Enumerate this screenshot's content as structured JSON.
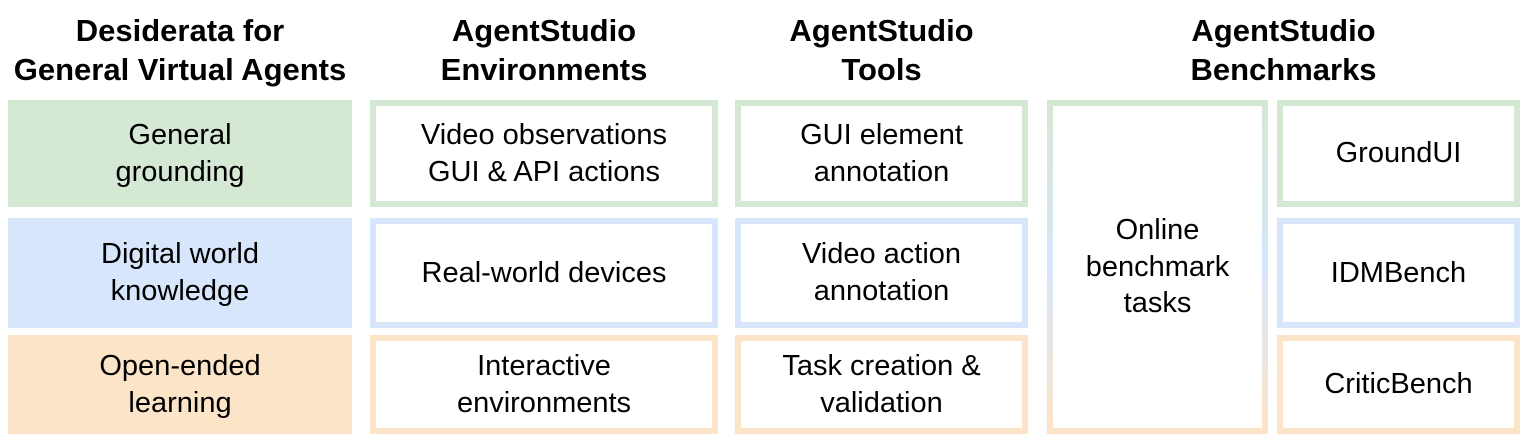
{
  "palette": {
    "green": "#d5e8d4",
    "blue": "#d7e6fb",
    "orange": "#fce4c8",
    "text": "#000000",
    "box_fill": "#ffffff"
  },
  "columns": [
    {
      "header": "Desiderata for\nGeneral Virtual Agents",
      "cells": [
        {
          "label": "General\ngrounding",
          "tone": "green"
        },
        {
          "label": "Digital world\nknowledge",
          "tone": "blue"
        },
        {
          "label": "Open-ended\nlearning",
          "tone": "orange"
        }
      ]
    },
    {
      "header": "AgentStudio\nEnvironments",
      "cells": [
        {
          "label": "Video observations\nGUI & API actions",
          "tone": "green"
        },
        {
          "label": "Real-world devices",
          "tone": "blue"
        },
        {
          "label": "Interactive\nenvironments",
          "tone": "orange"
        }
      ]
    },
    {
      "header": "AgentStudio\nTools",
      "cells": [
        {
          "label": "GUI element\nannotation",
          "tone": "green"
        },
        {
          "label": "Video action\nannotation",
          "tone": "blue"
        },
        {
          "label": "Task creation &\nvalidation",
          "tone": "orange"
        }
      ]
    },
    {
      "header": "AgentStudio\nBenchmarks",
      "tall_cell": {
        "label": "Online\nbenchmark\ntasks",
        "tone": "gradient-green-blue-orange"
      },
      "cells": [
        {
          "label": "GroundUI",
          "tone": "green"
        },
        {
          "label": "IDMBench",
          "tone": "blue"
        },
        {
          "label": "CriticBench",
          "tone": "orange"
        }
      ]
    }
  ]
}
